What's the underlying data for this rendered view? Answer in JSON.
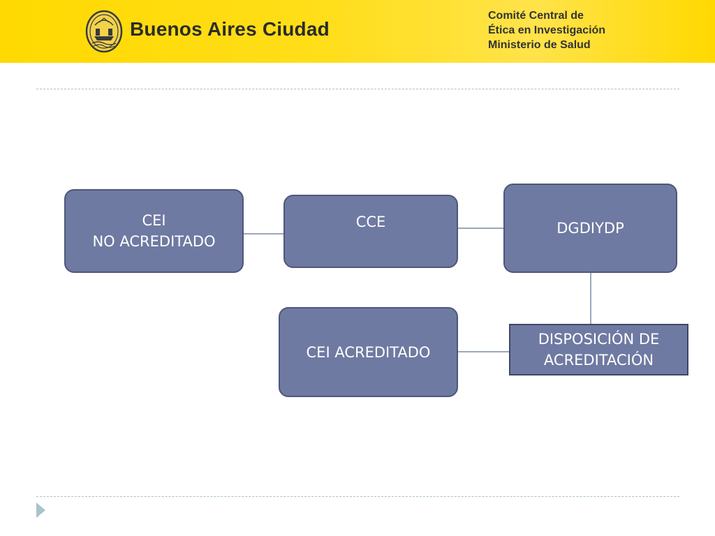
{
  "header": {
    "brand": "Buenos Aires Ciudad",
    "committee_lines": [
      "Comité Central de",
      "Ética en Investigación",
      "Ministerio de Salud"
    ],
    "seal_icon": "city-seal-icon"
  },
  "diagram": {
    "nodes": {
      "cei_no_acreditado": {
        "lines": [
          "CEI",
          "NO ACREDITADO"
        ]
      },
      "cce": {
        "lines": [
          "CCE"
        ]
      },
      "dgdiydp": {
        "lines": [
          "DGDIYDP"
        ]
      },
      "cei_acreditado": {
        "lines": [
          "CEI ACREDITADO"
        ]
      },
      "disposicion": {
        "lines": [
          "DISPOSICIÓN DE",
          "ACREDITACIÓN"
        ]
      }
    },
    "edges": [
      {
        "from": "cei_no_acreditado",
        "to": "cce"
      },
      {
        "from": "cce",
        "to": "dgdiydp"
      },
      {
        "from": "dgdiydp",
        "to": "disposicion"
      },
      {
        "from": "disposicion",
        "to": "cei_acreditado"
      }
    ]
  },
  "colors": {
    "banner": "#ffd900",
    "node_fill": "#6f7aa2",
    "node_border": "#4e577a",
    "connector": "#7a89a8",
    "rule": "#a9c1c7"
  },
  "footer": {
    "next_icon": "play-triangle-icon"
  }
}
